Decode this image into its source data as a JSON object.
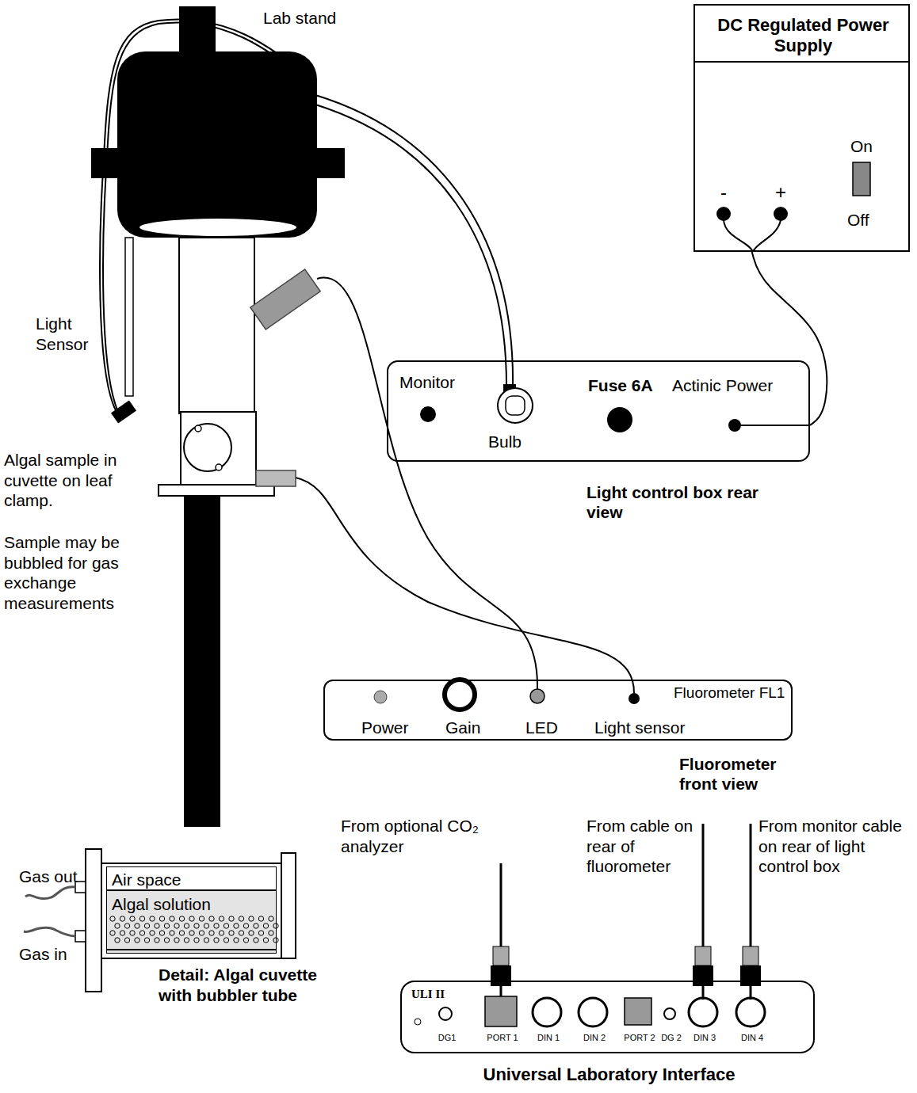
{
  "diagram": {
    "nodes": [
      {
        "text": [
          "DC Regulated Power Supply",
          "-",
          "+",
          "On",
          "Off"
        ]
      },
      {
        "text": [
          "Monitor",
          "Bulb",
          "Fuse 6A",
          "Actinic Power",
          "Light control box rear view"
        ]
      },
      {
        "text": [
          "Power",
          "Gain",
          "LED",
          "Light sensor",
          "Fluorometer FL1",
          "Fluorometer front view"
        ]
      },
      {
        "text": [
          "Air space"
        ]
      },
      {
        "text": [
          "Algal solution"
        ]
      },
      {
        "text": [
          "ULI II",
          "DG1",
          "PORT 1",
          "DIN 1",
          "DIN 2",
          "PORT 2",
          "DG 2",
          "DIN 3",
          "DIN 4",
          "Universal Laboratory Interface"
        ]
      }
    ],
    "edges": [
      {
        "from": 0,
        "to": 1,
        "arrow": "none"
      }
    ],
    "labels": [
      "Lab stand",
      "Light Sensor",
      "Algal sample in cuvette on leaf clamp.",
      "Sample may be bubbled for gas exchange measurements",
      "Gas out",
      "Gas in",
      "Detail: Algal cuvette with bubbler tube",
      "From optional CO₂ analyzer",
      "From cable on rear of fluorometer",
      "From monitor cable on rear of light control box"
    ]
  }
}
